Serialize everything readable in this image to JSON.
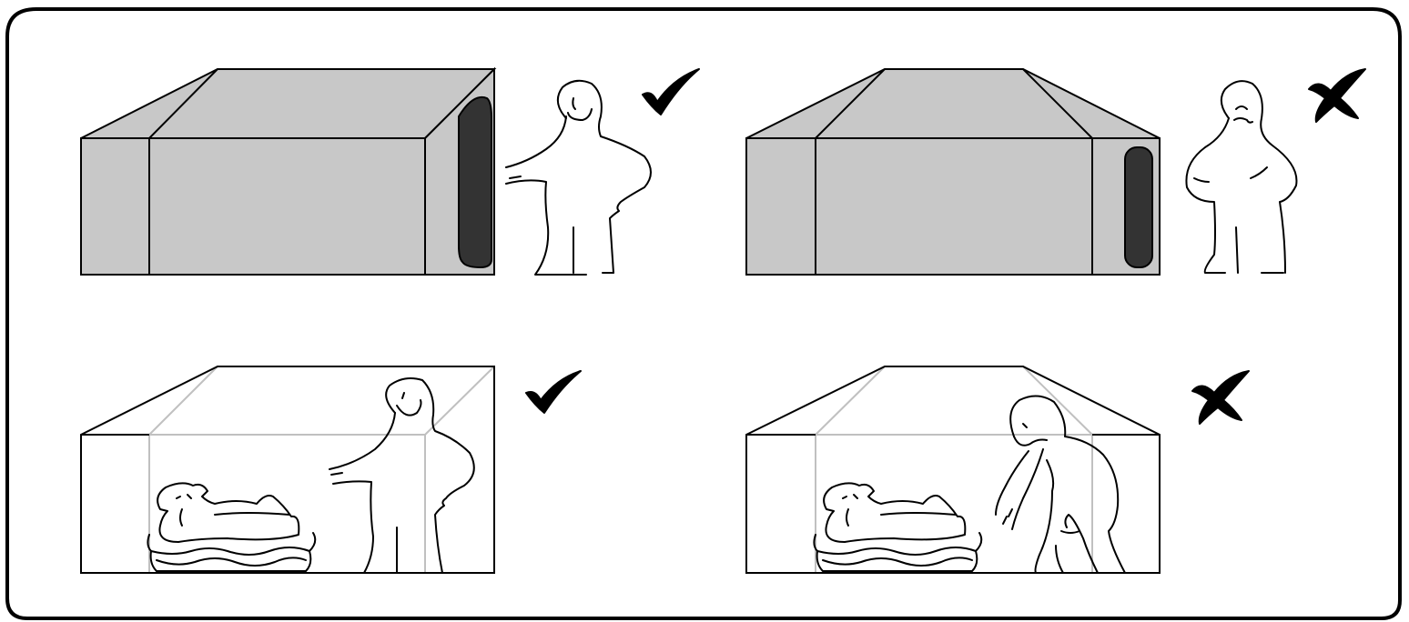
{
  "colors": {
    "frame": "#000000",
    "box_fill": "#c8c8c8",
    "handle_fill": "#333333",
    "transparent_box_edges": "#c0c0c0",
    "ink": "#000000",
    "background": "#ffffff"
  },
  "panels": [
    {
      "id": "top-left",
      "scene": "closed-box-hand-on-handle-side",
      "verdict": "correct",
      "verdict_icon": "checkmark-icon"
    },
    {
      "id": "top-right",
      "scene": "closed-box-with-handle-person-standing",
      "verdict": "incorrect",
      "verdict_icon": "cross-icon"
    },
    {
      "id": "bottom-left",
      "scene": "transparent-box-sleeping-person-standing-guard",
      "verdict": "correct",
      "verdict_icon": "checkmark-icon"
    },
    {
      "id": "bottom-right",
      "scene": "transparent-box-sleeping-person-bending-over",
      "verdict": "incorrect",
      "verdict_icon": "cross-icon"
    }
  ]
}
